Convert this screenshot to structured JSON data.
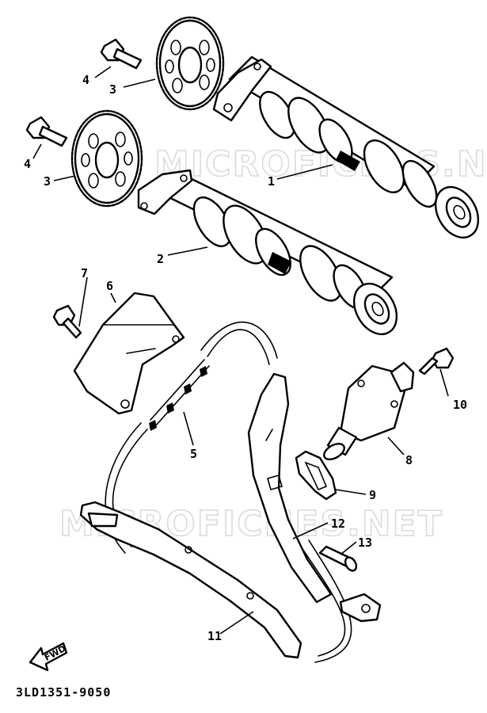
{
  "diagram": {
    "drawing_code": "3LD1351-9050",
    "watermark_upper": "MICROFICHES.NET",
    "watermark_lower": "MICROFICHES.NET",
    "direction_label": "FWD",
    "callouts": [
      {
        "id": "c1",
        "label": "1"
      },
      {
        "id": "c2",
        "label": "2"
      },
      {
        "id": "c3a",
        "label": "3"
      },
      {
        "id": "c3b",
        "label": "3"
      },
      {
        "id": "c4a",
        "label": "4"
      },
      {
        "id": "c4b",
        "label": "4"
      },
      {
        "id": "c5",
        "label": "5"
      },
      {
        "id": "c6",
        "label": "6"
      },
      {
        "id": "c7",
        "label": "7"
      },
      {
        "id": "c8",
        "label": "8"
      },
      {
        "id": "c9",
        "label": "9"
      },
      {
        "id": "c10",
        "label": "10"
      },
      {
        "id": "c11",
        "label": "11"
      },
      {
        "id": "c12",
        "label": "12"
      },
      {
        "id": "c13",
        "label": "13"
      }
    ]
  }
}
